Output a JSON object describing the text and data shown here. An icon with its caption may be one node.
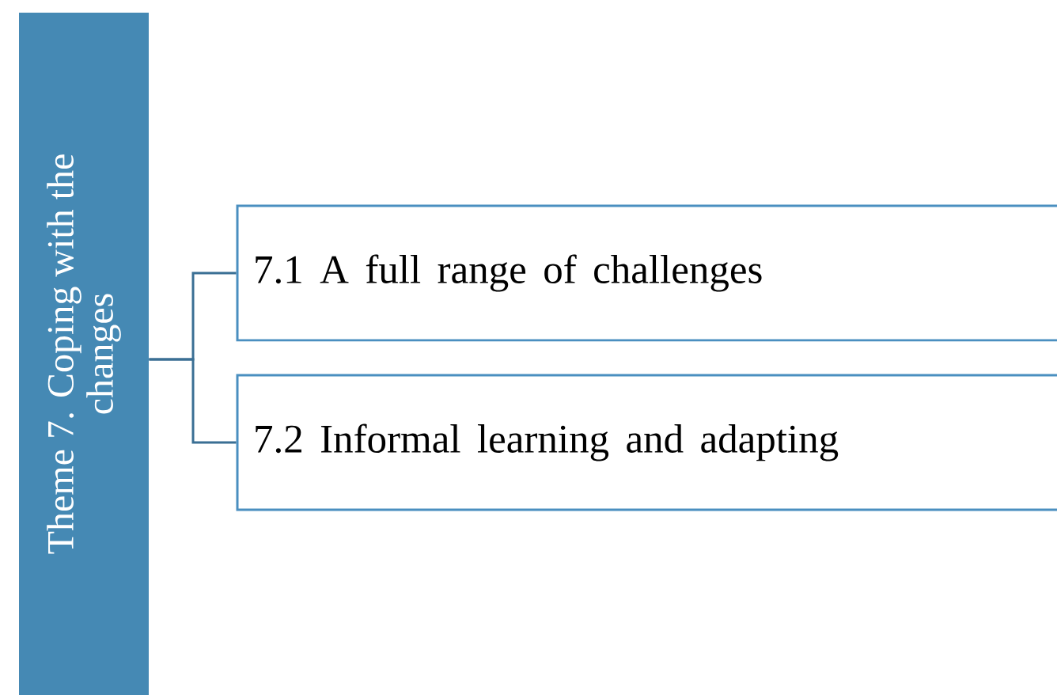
{
  "diagram": {
    "nodes": [
      {
        "text": [
          "Theme 7. Coping with the changes"
        ]
      },
      {
        "text": [
          "7.1 A full range of challenges"
        ]
      },
      {
        "text": [
          "7.2 Informal learning and adapting"
        ]
      }
    ],
    "edges": [
      {
        "from": 0,
        "to": 1,
        "arrow": "none"
      },
      {
        "from": 0,
        "to": 2,
        "arrow": "none"
      }
    ]
  }
}
